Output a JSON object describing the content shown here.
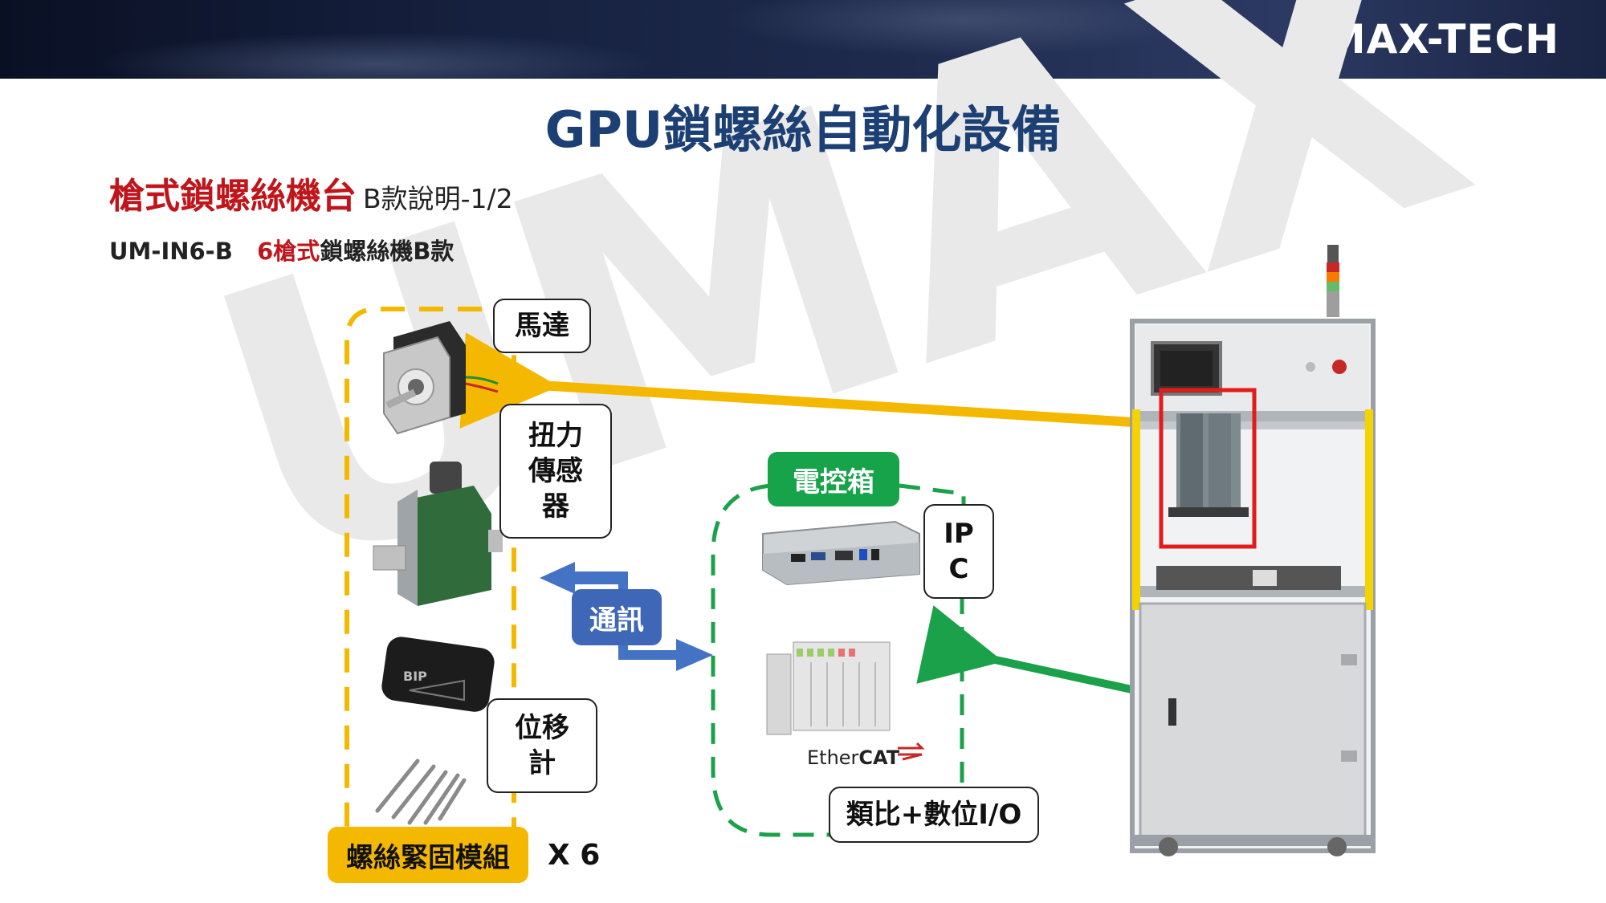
{
  "header": {
    "logo_text": "UMAX-TECH",
    "watermark_text": "UMAX"
  },
  "title": "GPU鎖螺絲自動化設備",
  "subtitle": {
    "red_text": "槍式鎖螺絲機台",
    "dark_text": "B款說明-1/2"
  },
  "model_line": {
    "model": "UM-IN6-B",
    "red_part": "6槍式",
    "rest": "鎖螺絲機B款"
  },
  "labels": {
    "motor": "馬達",
    "torque_line1": "扭力",
    "torque_line2": "傳感",
    "torque_line3": "器",
    "displacement_line1": "位移",
    "displacement_line2": "計",
    "comm": "通訊",
    "control_box": "電控箱",
    "ipc_line1": "IP",
    "ipc_line2": "C",
    "analog_io": "類比+數位I/O",
    "module": "螺絲緊固模組",
    "multiplier": "X 6",
    "ethercat": "EtherCAT",
    "bip": "BIP"
  },
  "colors": {
    "title_blue": "#1c3f74",
    "accent_red": "#c0161b",
    "yellow": "#f5b800",
    "green": "#1aa14a",
    "blue_arrow": "#4472c4",
    "comm_fill": "#3f67b8",
    "control_fill": "#16a34a",
    "module_fill": "#f5b800"
  },
  "icons": [
    "stepper-motor-icon",
    "torque-sensor-icon",
    "displacement-sensor-icon",
    "screwdriver-bits-icon",
    "industrial-pc-icon",
    "ethercat-io-icon",
    "screw-machine-icon"
  ]
}
